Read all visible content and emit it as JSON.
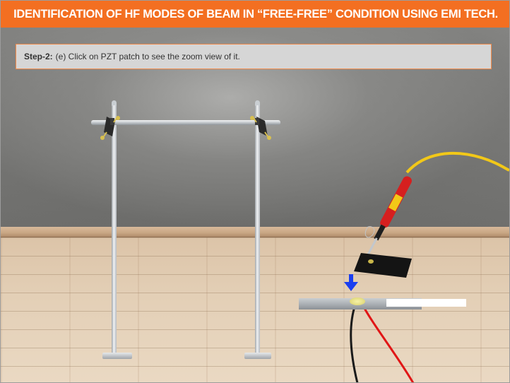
{
  "header": {
    "title": "IDENTIFICATION OF HF MODES OF BEAM IN “FREE-FREE” CONDITION USING EMI TECH."
  },
  "instruction": {
    "step_label": "Step-2:",
    "text": "(e) Click on PZT patch to see the zoom view of it."
  },
  "colors": {
    "header_bg": "#f36f21",
    "panel_bg": "#d6d6d6",
    "panel_border": "#f08a4a",
    "arrow": "#1a3ef0",
    "wire_red": "#e01616",
    "wire_black": "#1a1a1a",
    "cable_yellow": "#f2c818"
  },
  "icons": {
    "indicator": "down-arrow-icon"
  }
}
